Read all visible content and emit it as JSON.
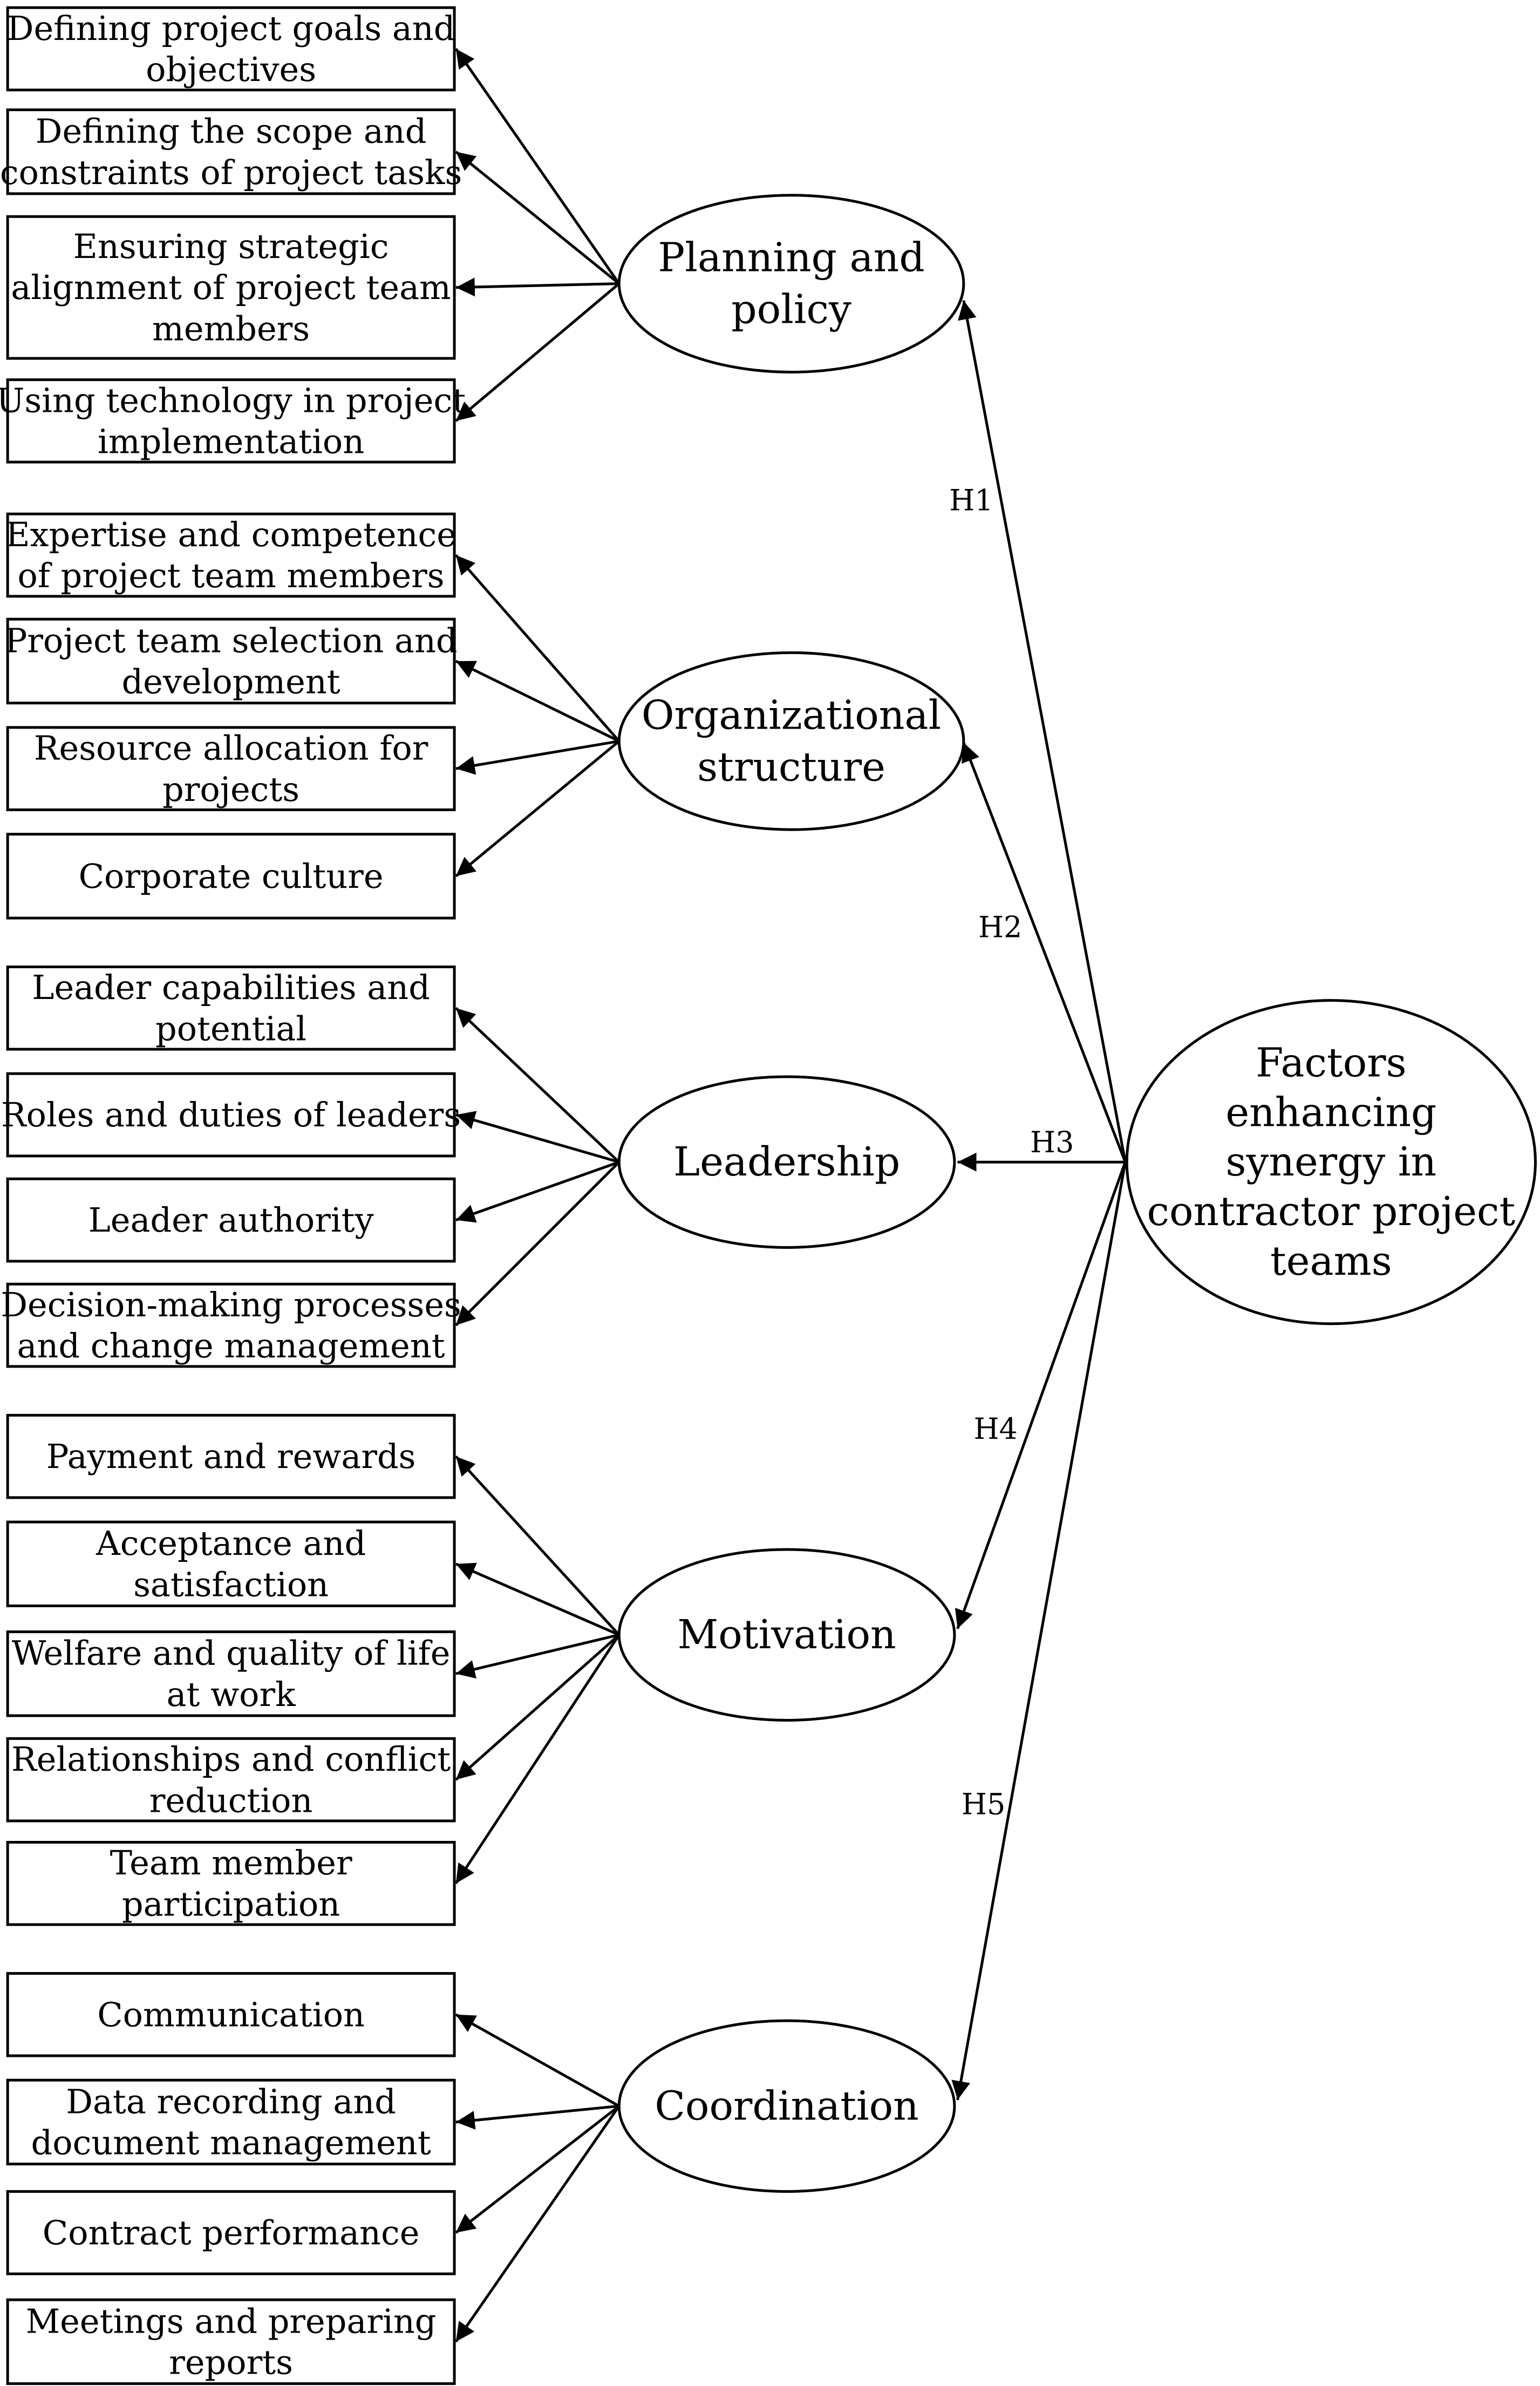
{
  "main_construct": {
    "lines": [
      "Factors",
      "enhancing",
      "synergy in",
      "contractor project",
      "teams"
    ]
  },
  "constructs": [
    {
      "id": "planning",
      "lines": [
        "Planning and",
        "policy"
      ],
      "hypothesis": "H1",
      "indicators": [
        [
          "Defining project goals and",
          "objectives"
        ],
        [
          "Defining the scope and",
          "constraints of project tasks"
        ],
        [
          "Ensuring strategic",
          "alignment of project team",
          "members"
        ],
        [
          "Using technology in project",
          "implementation"
        ]
      ]
    },
    {
      "id": "organizational",
      "lines": [
        "Organizational",
        "structure"
      ],
      "hypothesis": "H2",
      "indicators": [
        [
          "Expertise and competence",
          "of project team members"
        ],
        [
          "Project team selection and",
          "development"
        ],
        [
          "Resource allocation for",
          "projects"
        ],
        [
          "Corporate culture"
        ]
      ]
    },
    {
      "id": "leadership",
      "lines": [
        "Leadership"
      ],
      "hypothesis": "H3",
      "indicators": [
        [
          "Leader capabilities and",
          "potential"
        ],
        [
          "Roles and duties of leaders"
        ],
        [
          "Leader authority"
        ],
        [
          "Decision-making processes",
          "and change management"
        ]
      ]
    },
    {
      "id": "motivation",
      "lines": [
        "Motivation"
      ],
      "hypothesis": "H4",
      "indicators": [
        [
          "Payment and rewards"
        ],
        [
          "Acceptance and",
          "satisfaction"
        ],
        [
          "Welfare and quality of life",
          "at work"
        ],
        [
          "Relationships and conflict",
          "reduction"
        ],
        [
          "Team member",
          "participation"
        ]
      ]
    },
    {
      "id": "coordination",
      "lines": [
        "Coordination"
      ],
      "hypothesis": "H5",
      "indicators": [
        [
          "Communication"
        ],
        [
          "Data recording and",
          "document management"
        ],
        [
          "Contract performance"
        ],
        [
          "Meetings and preparing",
          "reports"
        ]
      ]
    }
  ]
}
